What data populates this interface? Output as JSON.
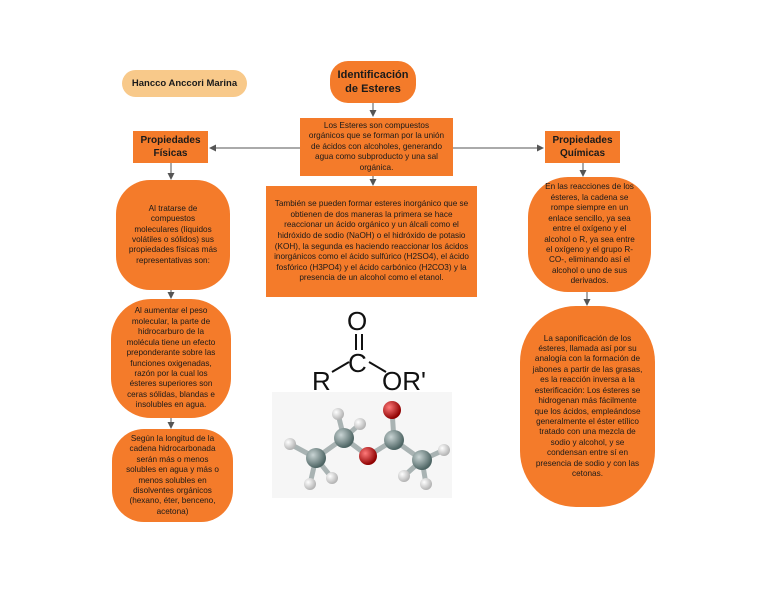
{
  "author": "Hancco Anccori Marina",
  "title": "Identificación de Esteres",
  "left_heading": "Propiedades Físicas",
  "right_heading": "Propiedades Químicas",
  "definition": "Los Esteres son compuestos orgánicos que se forman por la unión de ácidos con alcoholes, generando agua como subproducto y una sal orgánica.",
  "inorganic": "También se pueden formar esteres inorgánico que se obtienen de dos maneras la primera se hace reaccionar un ácido orgánico y un álcali como el hidróxido de sodio (NaOH) o el hidróxido de potasio (KOH), la segunda es haciendo reaccionar los ácidos inorgánicos como el ácido sulfúrico (H2SO4), el ácido fosfórico (H3PO4) y el ácido carbónico (H2CO3) y la presencia de un alcohol como el etanol.",
  "physical": [
    "Al tratarse de compuestos moleculares (líquidos volátiles o sólidos) sus propiedades físicas más representativas son:",
    "Al aumentar el peso molecular, la parte de hidrocarburo de la molécula tiene un efecto preponderante sobre las funciones oxigenadas, razón por la cual los ésteres superiores son ceras sólidas, blandas e insolubles en agua.",
    "Según la longitud de la cadena hidrocarbonada serán más o menos solubles en agua y más o menos solubles en disolventes orgánicos (hexano, éter, benceno, acetona)"
  ],
  "chemical": [
    "En las reacciones de los ésteres, la cadena se rompe siempre en un enlace sencillo, ya sea entre el oxígeno y el alcohol o R, ya sea entre el oxígeno y el grupo R-CO-, eliminando así el alcohol o uno de sus derivados.",
    "La saponificación de los ésteres, llamada así por su analogía con la formación de jabones a partir de las grasas, es la reacción inversa a la esterificación: Los ésteres se hidrogenan más fácilmente que los ácidos, empleándose generalmente el éster etílico tratado con una mezcla de sodio y alcohol, y se condensan entre sí en presencia de sodio y con las cetonas."
  ],
  "formula": {
    "o": "O",
    "c": "C",
    "r": "R",
    "or": "OR'"
  },
  "colors": {
    "node": "#f47b2a",
    "author": "#f8c98a",
    "line": "#555555"
  }
}
